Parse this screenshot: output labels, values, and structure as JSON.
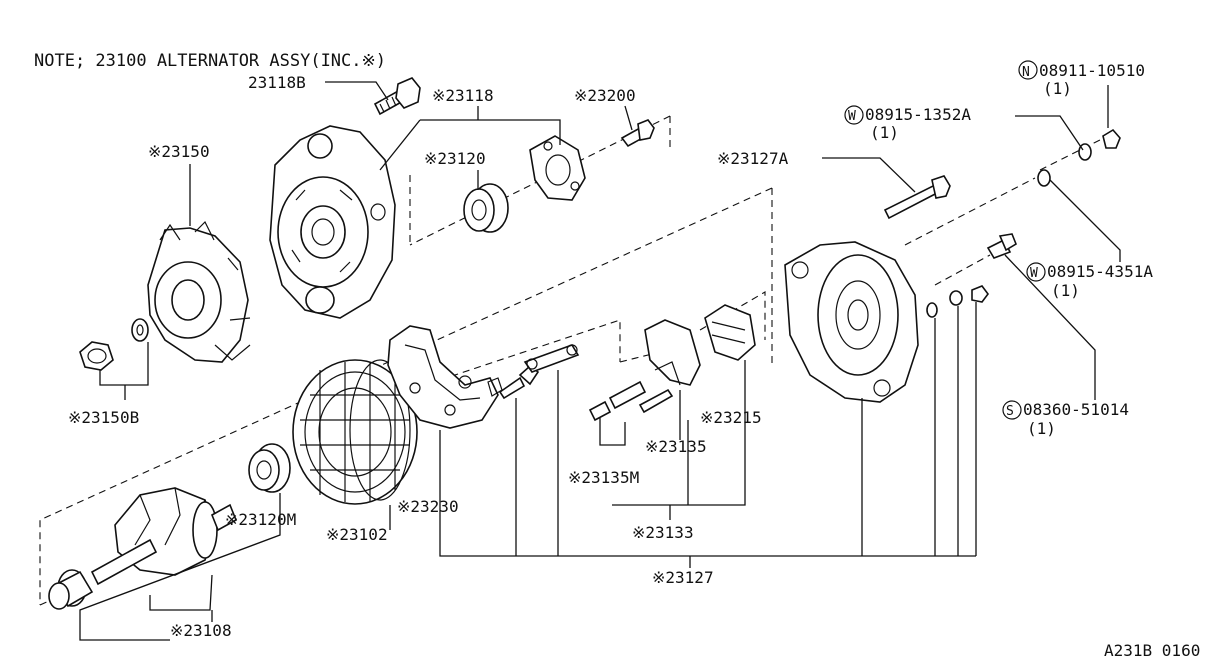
{
  "note": "NOTE; 23100 ALTERNATOR ASSY(INC.※)",
  "diagram_code": "A231B 0160",
  "parts": {
    "p23118B": "23118B",
    "p23118": "※23118",
    "p23200": "※23200",
    "p23150": "※23150",
    "p23120": "※23120",
    "p23127A": "※23127A",
    "p23150B": "※23150B",
    "p23215": "※23215",
    "p23135": "※23135",
    "p23135M": "※23135M",
    "p23230": "※23230",
    "p23120M": "※23120M",
    "p23102": "※23102",
    "p23133": "※23133",
    "p23127": "※23127",
    "p23108": "※23108"
  },
  "fasteners": [
    {
      "prefix": "N",
      "number": "08911-10510",
      "qty": "(1)"
    },
    {
      "prefix": "W",
      "number": "08915-1352A",
      "qty": "(1)"
    },
    {
      "prefix": "W",
      "number": "08915-4351A",
      "qty": "(1)"
    },
    {
      "prefix": "S",
      "number": "08360-51014",
      "qty": "(1)"
    }
  ]
}
